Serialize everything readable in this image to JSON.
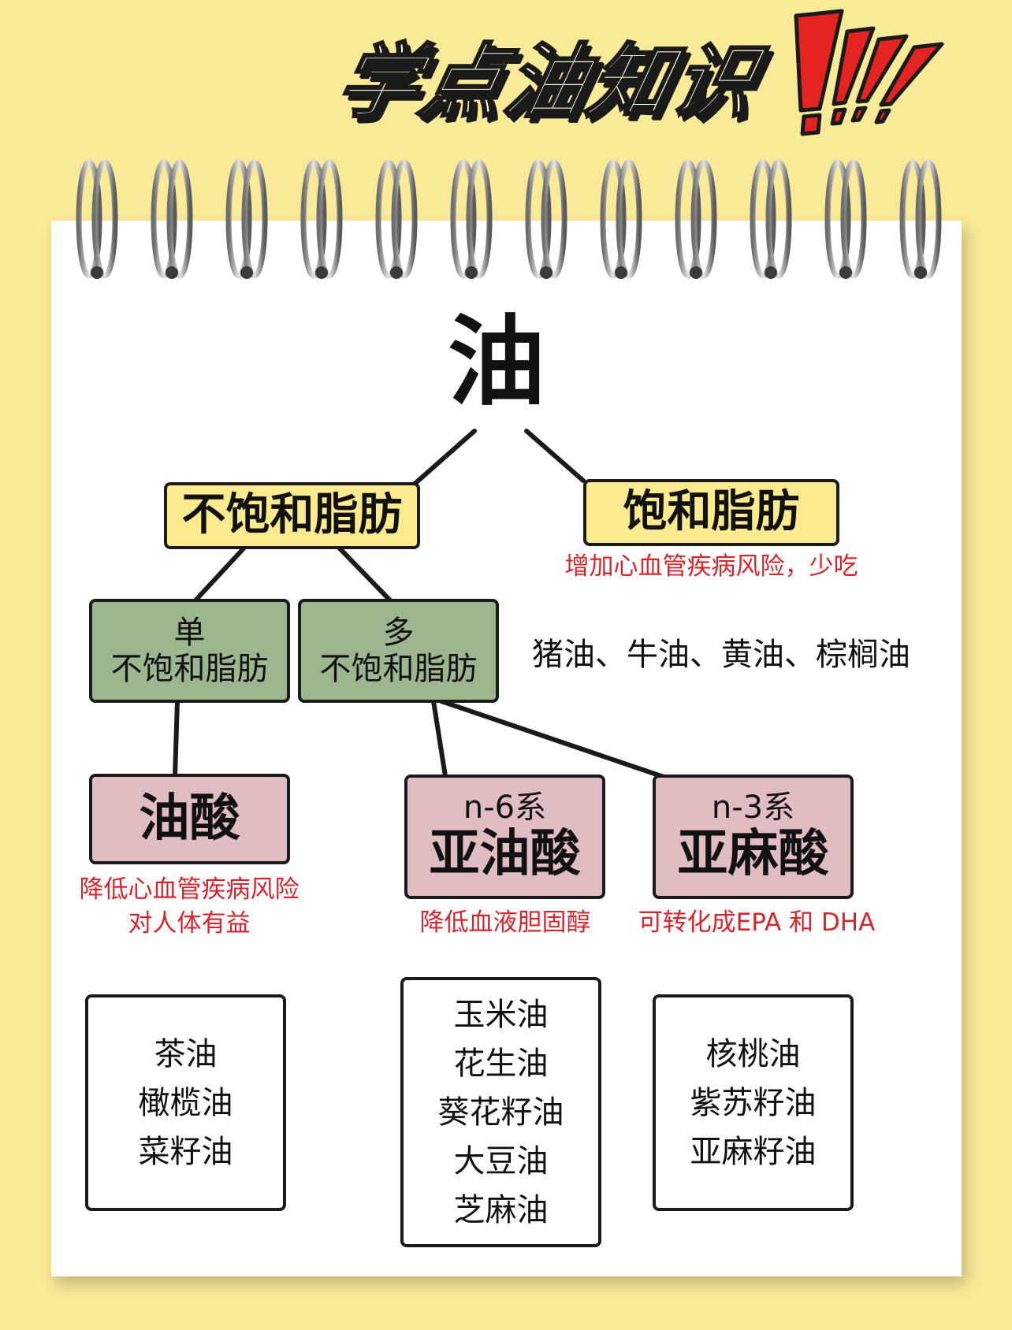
{
  "title": "学点油知识",
  "root": "油",
  "unsaturated": {
    "label": "不饱和脂肪",
    "mono": {
      "line1": "单",
      "line2": "不饱和脂肪"
    },
    "poly": {
      "line1": "多",
      "line2": "不饱和脂肪"
    }
  },
  "saturated": {
    "label": "饱和脂肪",
    "note": "增加心血管疾病风险，少吃",
    "examples": "猪油、牛油、黄油、棕榈油"
  },
  "acids": {
    "oleic": {
      "name": "油酸",
      "note_line1": "降低心血管疾病风险",
      "note_line2": "对人体有益",
      "oils": [
        "茶油",
        "橄榄油",
        "菜籽油"
      ]
    },
    "linoleic": {
      "series": "n-6系",
      "name": "亚油酸",
      "note": "降低血液胆固醇",
      "oils": [
        "玉米油",
        "花生油",
        "葵花籽油",
        "大豆油",
        "芝麻油"
      ]
    },
    "linolenic": {
      "series": "n-3系",
      "name": "亚麻酸",
      "note": "可转化成EPA 和 DHA",
      "oils": [
        "核桃油",
        "紫苏籽油",
        "亚麻籽油"
      ]
    }
  },
  "colors": {
    "background": "#f9ea98",
    "yellow_box": "#fbeb8e",
    "green_box": "#9cb68f",
    "pink_box": "#dfbdc0",
    "note_red": "#d8252d",
    "exclaim_red": "#e42420"
  }
}
